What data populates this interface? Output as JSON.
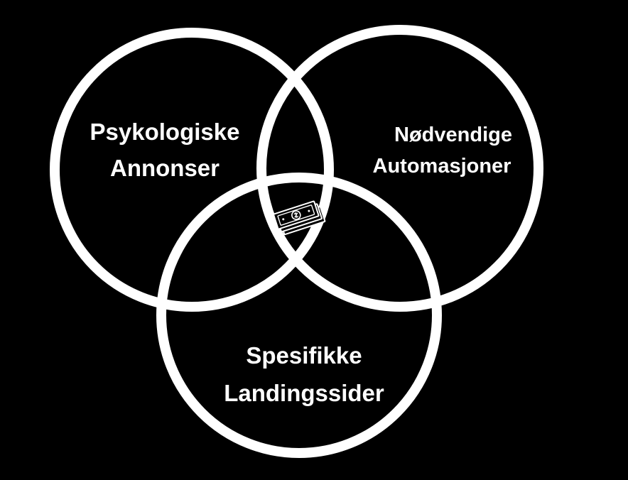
{
  "colors": {
    "background": "#000000",
    "foreground": "#ffffff"
  },
  "circles": {
    "left": {
      "line1": "Psykologiske",
      "line2": "Annonser"
    },
    "right": {
      "line1": "Nødvendige",
      "line2": "Automasjoner"
    },
    "bottom": {
      "line1": "Spesifikke",
      "line2": "Landingssider"
    }
  },
  "center_icon": "money-stack-icon"
}
